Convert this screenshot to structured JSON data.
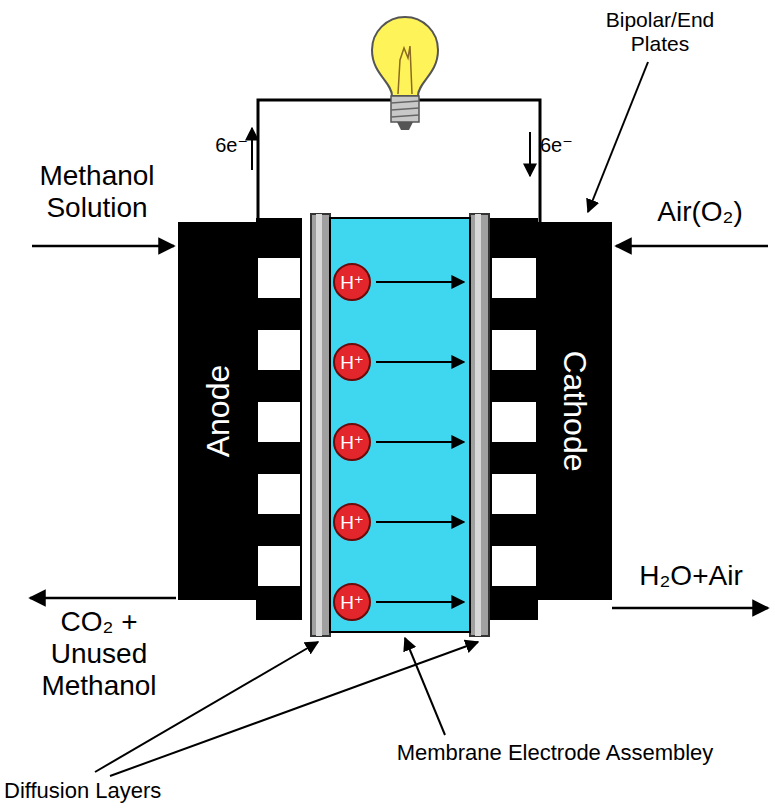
{
  "diagram": {
    "nodes": [
      {
        "text": [
          "Anode"
        ]
      },
      {
        "text": [
          "Cathode"
        ]
      },
      {
        "text": [
          "H⁺"
        ]
      },
      {
        "text": [
          "H⁺"
        ]
      },
      {
        "text": [
          "H⁺"
        ]
      },
      {
        "text": [
          "H⁺"
        ]
      },
      {
        "text": [
          "H⁺"
        ]
      }
    ],
    "labels": [
      "6e⁻",
      "6e⁻",
      "Bipolar/End Plates",
      "Methanol Solution",
      "Air(O₂)",
      "CO₂ + Unused Methanol",
      "H₂O+Air",
      "Membrane Electrode Assembley",
      "Diffusion Layers"
    ]
  }
}
